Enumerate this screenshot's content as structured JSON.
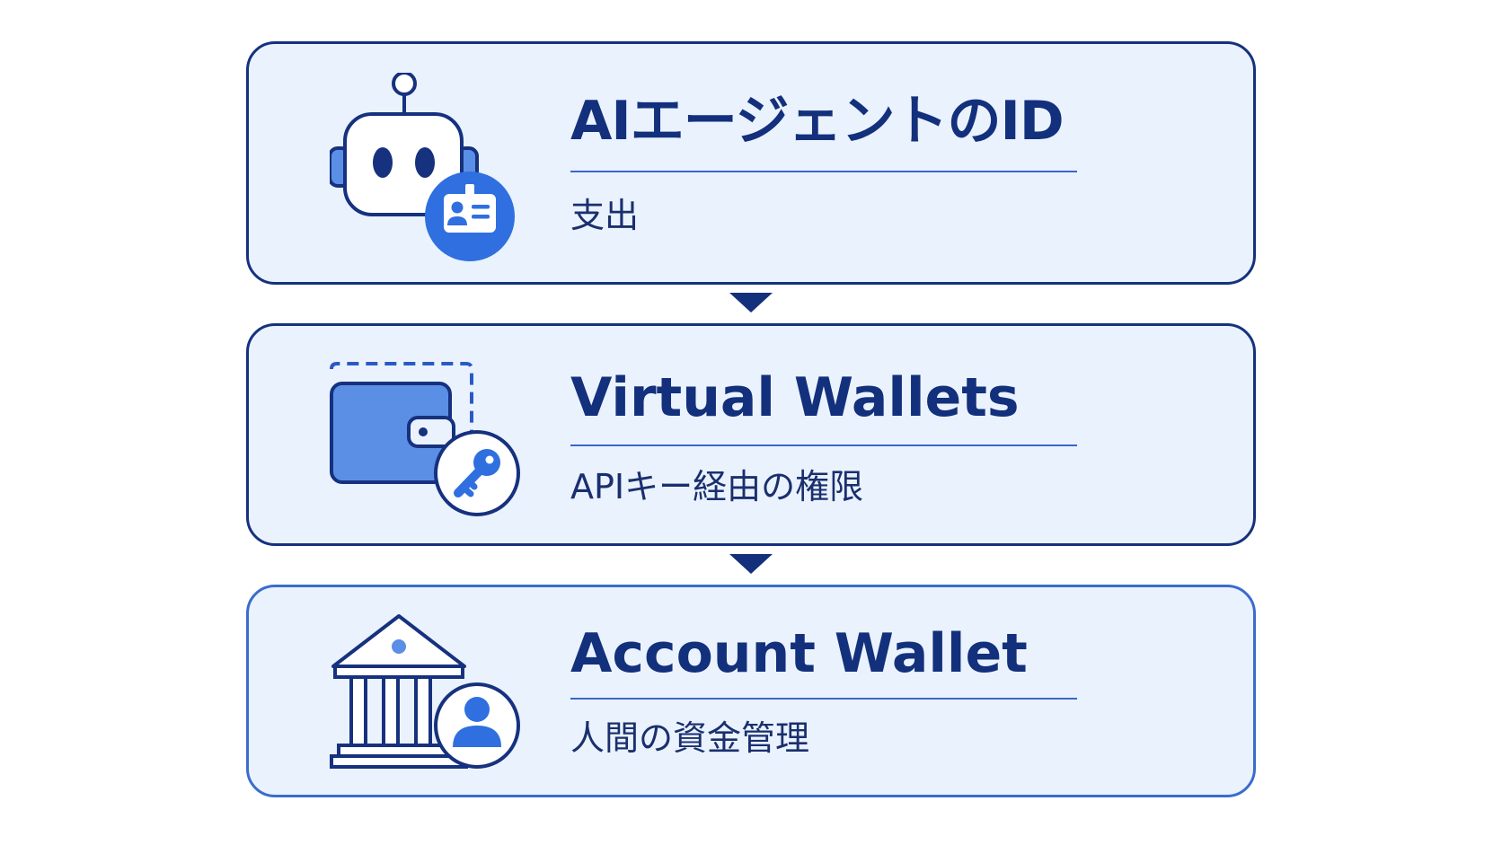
{
  "colors": {
    "navy": "#13307c",
    "accent_blue": "#3a6ccd",
    "icon_blue": "#2f6fe0",
    "card_fill": "#eaf2fd"
  },
  "cards": [
    {
      "title": "AIエージェントのID",
      "subtitle": "支出",
      "icon": "robot-id-icon"
    },
    {
      "title": "Virtual Wallets",
      "subtitle": "APIキー経由の権限",
      "icon": "wallet-key-icon"
    },
    {
      "title": "Account Wallet",
      "subtitle": "人間の資金管理",
      "icon": "bank-user-icon"
    }
  ],
  "connectors": [
    "down-arrow",
    "down-arrow"
  ]
}
